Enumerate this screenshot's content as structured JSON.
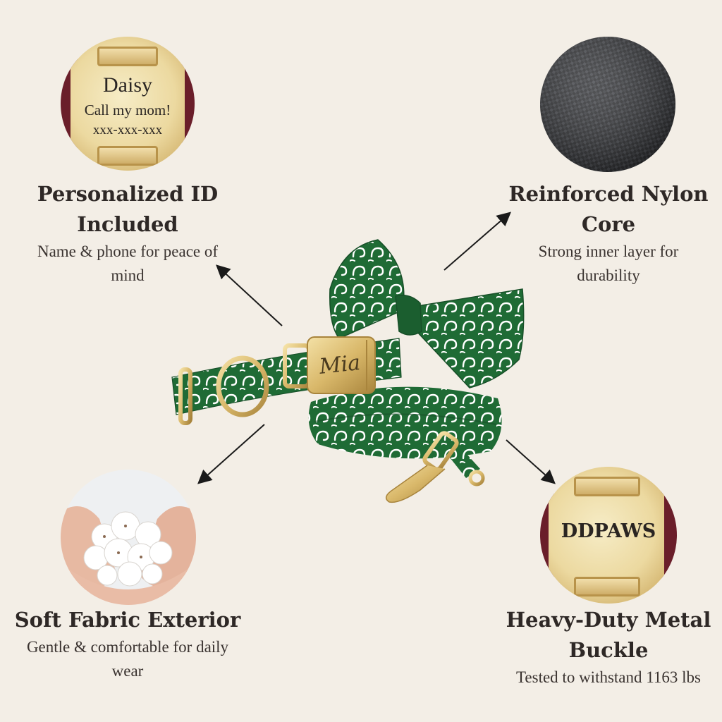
{
  "features": {
    "id": {
      "title_line1": "Personalized ID",
      "title_line2": "Included",
      "desc_line1": "Name & phone for peace of",
      "desc_line2": "mind",
      "tag_name": "Daisy",
      "tag_line": "Call my mom!",
      "tag_phone": "xxx-xxx-xxx"
    },
    "nylon": {
      "title": "Reinforced Nylon Core",
      "desc_line1": "Strong inner layer for",
      "desc_line2": "durability"
    },
    "fabric": {
      "title": "Soft Fabric Exterior",
      "desc_line1": "Gentle & comfortable for daily",
      "desc_line2": "wear"
    },
    "buckle": {
      "title_line1": "Heavy-Duty Metal",
      "title_line2": "Buckle",
      "desc": "Tested to withstand 1163 lbs",
      "tag_brand": "DDPAWS"
    }
  },
  "product": {
    "buckle_engraving": "Mia"
  },
  "colors": {
    "background": "#f3eee6",
    "fabric_green": "#1f6b35",
    "gold": "#d9b86a"
  }
}
